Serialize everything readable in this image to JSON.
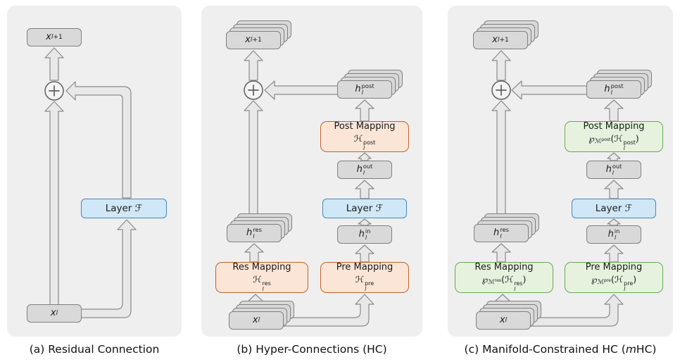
{
  "figure": {
    "colors": {
      "panel-bg": "#efefef",
      "box-fill": "#d9d9d9",
      "box-border": "#808080",
      "blue-fill": "#cfe7f7",
      "blue-border": "#4a86b8",
      "orange-fill": "#fbe5d6",
      "orange-border": "#c0622c",
      "green-fill": "#e6f2de",
      "green-border": "#6aa84f",
      "arrow-fill": "#e8e8e8",
      "line": "#8a8a8a",
      "text": "#1a1a1a"
    },
    "icons": {
      "sum": "⊕"
    },
    "labels": {
      "x_next": "*x*_{*l*+1}",
      "x_in": "*x*_{*l*}",
      "layer": "Layer ℱ",
      "h_post": "*h*[*l*|post]",
      "h_out": "*h*[*l*|out]",
      "h_in": "*h*[*l*|in]",
      "h_res": "*h*[*l*|res]"
    },
    "panels": {
      "a": {
        "caption": "(a) Residual Connection"
      },
      "b": {
        "caption": "(b) Hyper-Connections (HC)",
        "post": {
          "title": "Post Mapping",
          "formula": "ℋ[*l*|post]"
        },
        "res": {
          "title": "Res Mapping",
          "formula": "ℋ[*l*|res]"
        },
        "pre": {
          "title": "Pre Mapping",
          "formula": "ℋ[*l*|pre]"
        }
      },
      "c": {
        "caption": "(c) Manifold-Constrained HC (*m*HC)",
        "post": {
          "title": "Post Mapping",
          "formula": "℘_{ℳ^{post}}(ℋ[*l*|post])"
        },
        "res": {
          "title": "Res Mapping",
          "formula": "℘_{ℳ^{res}}(ℋ[*l*|res])"
        },
        "pre": {
          "title": "Pre Mapping",
          "formula": "℘_{ℳ^{pre}}(ℋ[*l*|pre])"
        }
      }
    }
  }
}
